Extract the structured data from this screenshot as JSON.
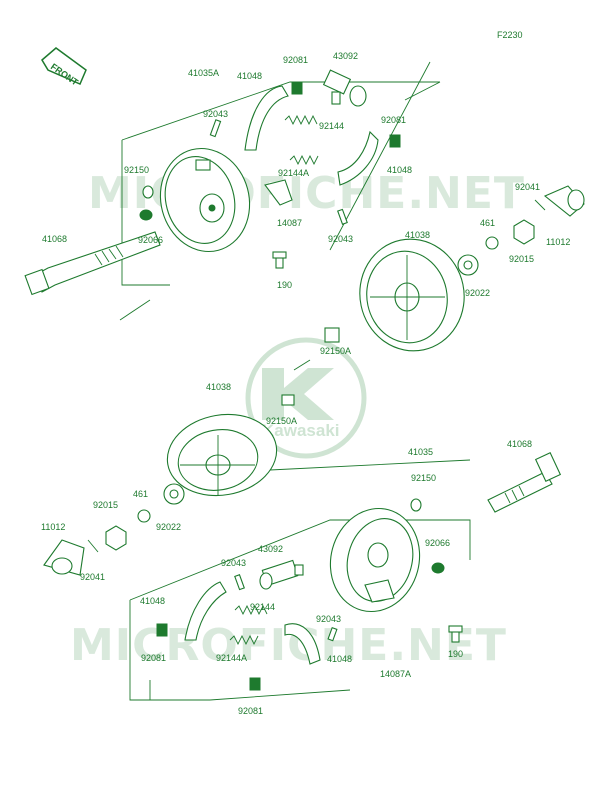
{
  "figure_code": "F2230",
  "front_label": "FRONT",
  "watermark_text": "MICROFICHE.NET",
  "logo_text": "Kawasaki",
  "colors": {
    "ink": "#1e7a2e",
    "watermark": "#d9e9dc",
    "logo": "#cfe4d3"
  },
  "top_labels": {
    "assembly": "41035A",
    "shoe_upper": "41048",
    "clip_top": "92081",
    "cam": "43092",
    "pin_top": "92043",
    "spring": "92144",
    "clip_right": "92081",
    "seal": "92150",
    "spring_a": "92144A",
    "shoe_lower": "41048",
    "cap": "92066",
    "plate": "14087",
    "pin_lower": "92043",
    "bolt": "190",
    "axle": "41068",
    "drum": "41038",
    "washer_b": "461",
    "cotter": "92041",
    "hubcap": "11012",
    "nut": "92015",
    "washer_t": "92022",
    "valve": "92150A"
  },
  "bottom_labels": {
    "drum": "41038",
    "valve": "92150A",
    "assembly": "41035",
    "axle": "41068",
    "seal": "92150",
    "washer_b": "461",
    "nut": "92015",
    "hubcap": "11012",
    "washer_t": "92022",
    "cotter": "92041",
    "cap": "92066",
    "cam": "43092",
    "pin_top": "92043",
    "shoe_upper": "41048",
    "spring": "92144",
    "pin_lower": "92043",
    "clip_left": "92081",
    "spring_a": "92144A",
    "shoe_lower": "41048",
    "bolt": "190",
    "plate": "14087A",
    "clip_bottom": "92081"
  }
}
